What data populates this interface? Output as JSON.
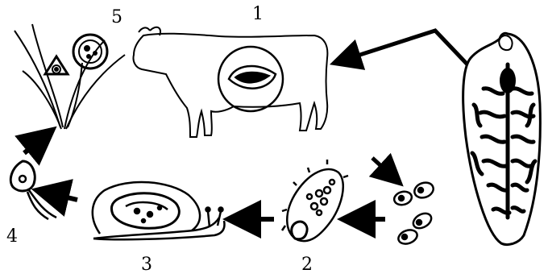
{
  "labels": {
    "stage1": "1",
    "stage2": "2",
    "stage3": "3",
    "stage4": "4",
    "stage5": "5"
  },
  "icons": {
    "cow": "cow-icon",
    "liver_fluke": "liver-fluke-icon",
    "eggs": "egg-icon",
    "miracidium": "miracidium-icon",
    "snail": "snail-icon",
    "cercaria": "cercaria-icon",
    "metacercaria": "metacercaria-on-grass-icon"
  },
  "colors": {
    "ink": "#000000",
    "background": "#ffffff"
  }
}
